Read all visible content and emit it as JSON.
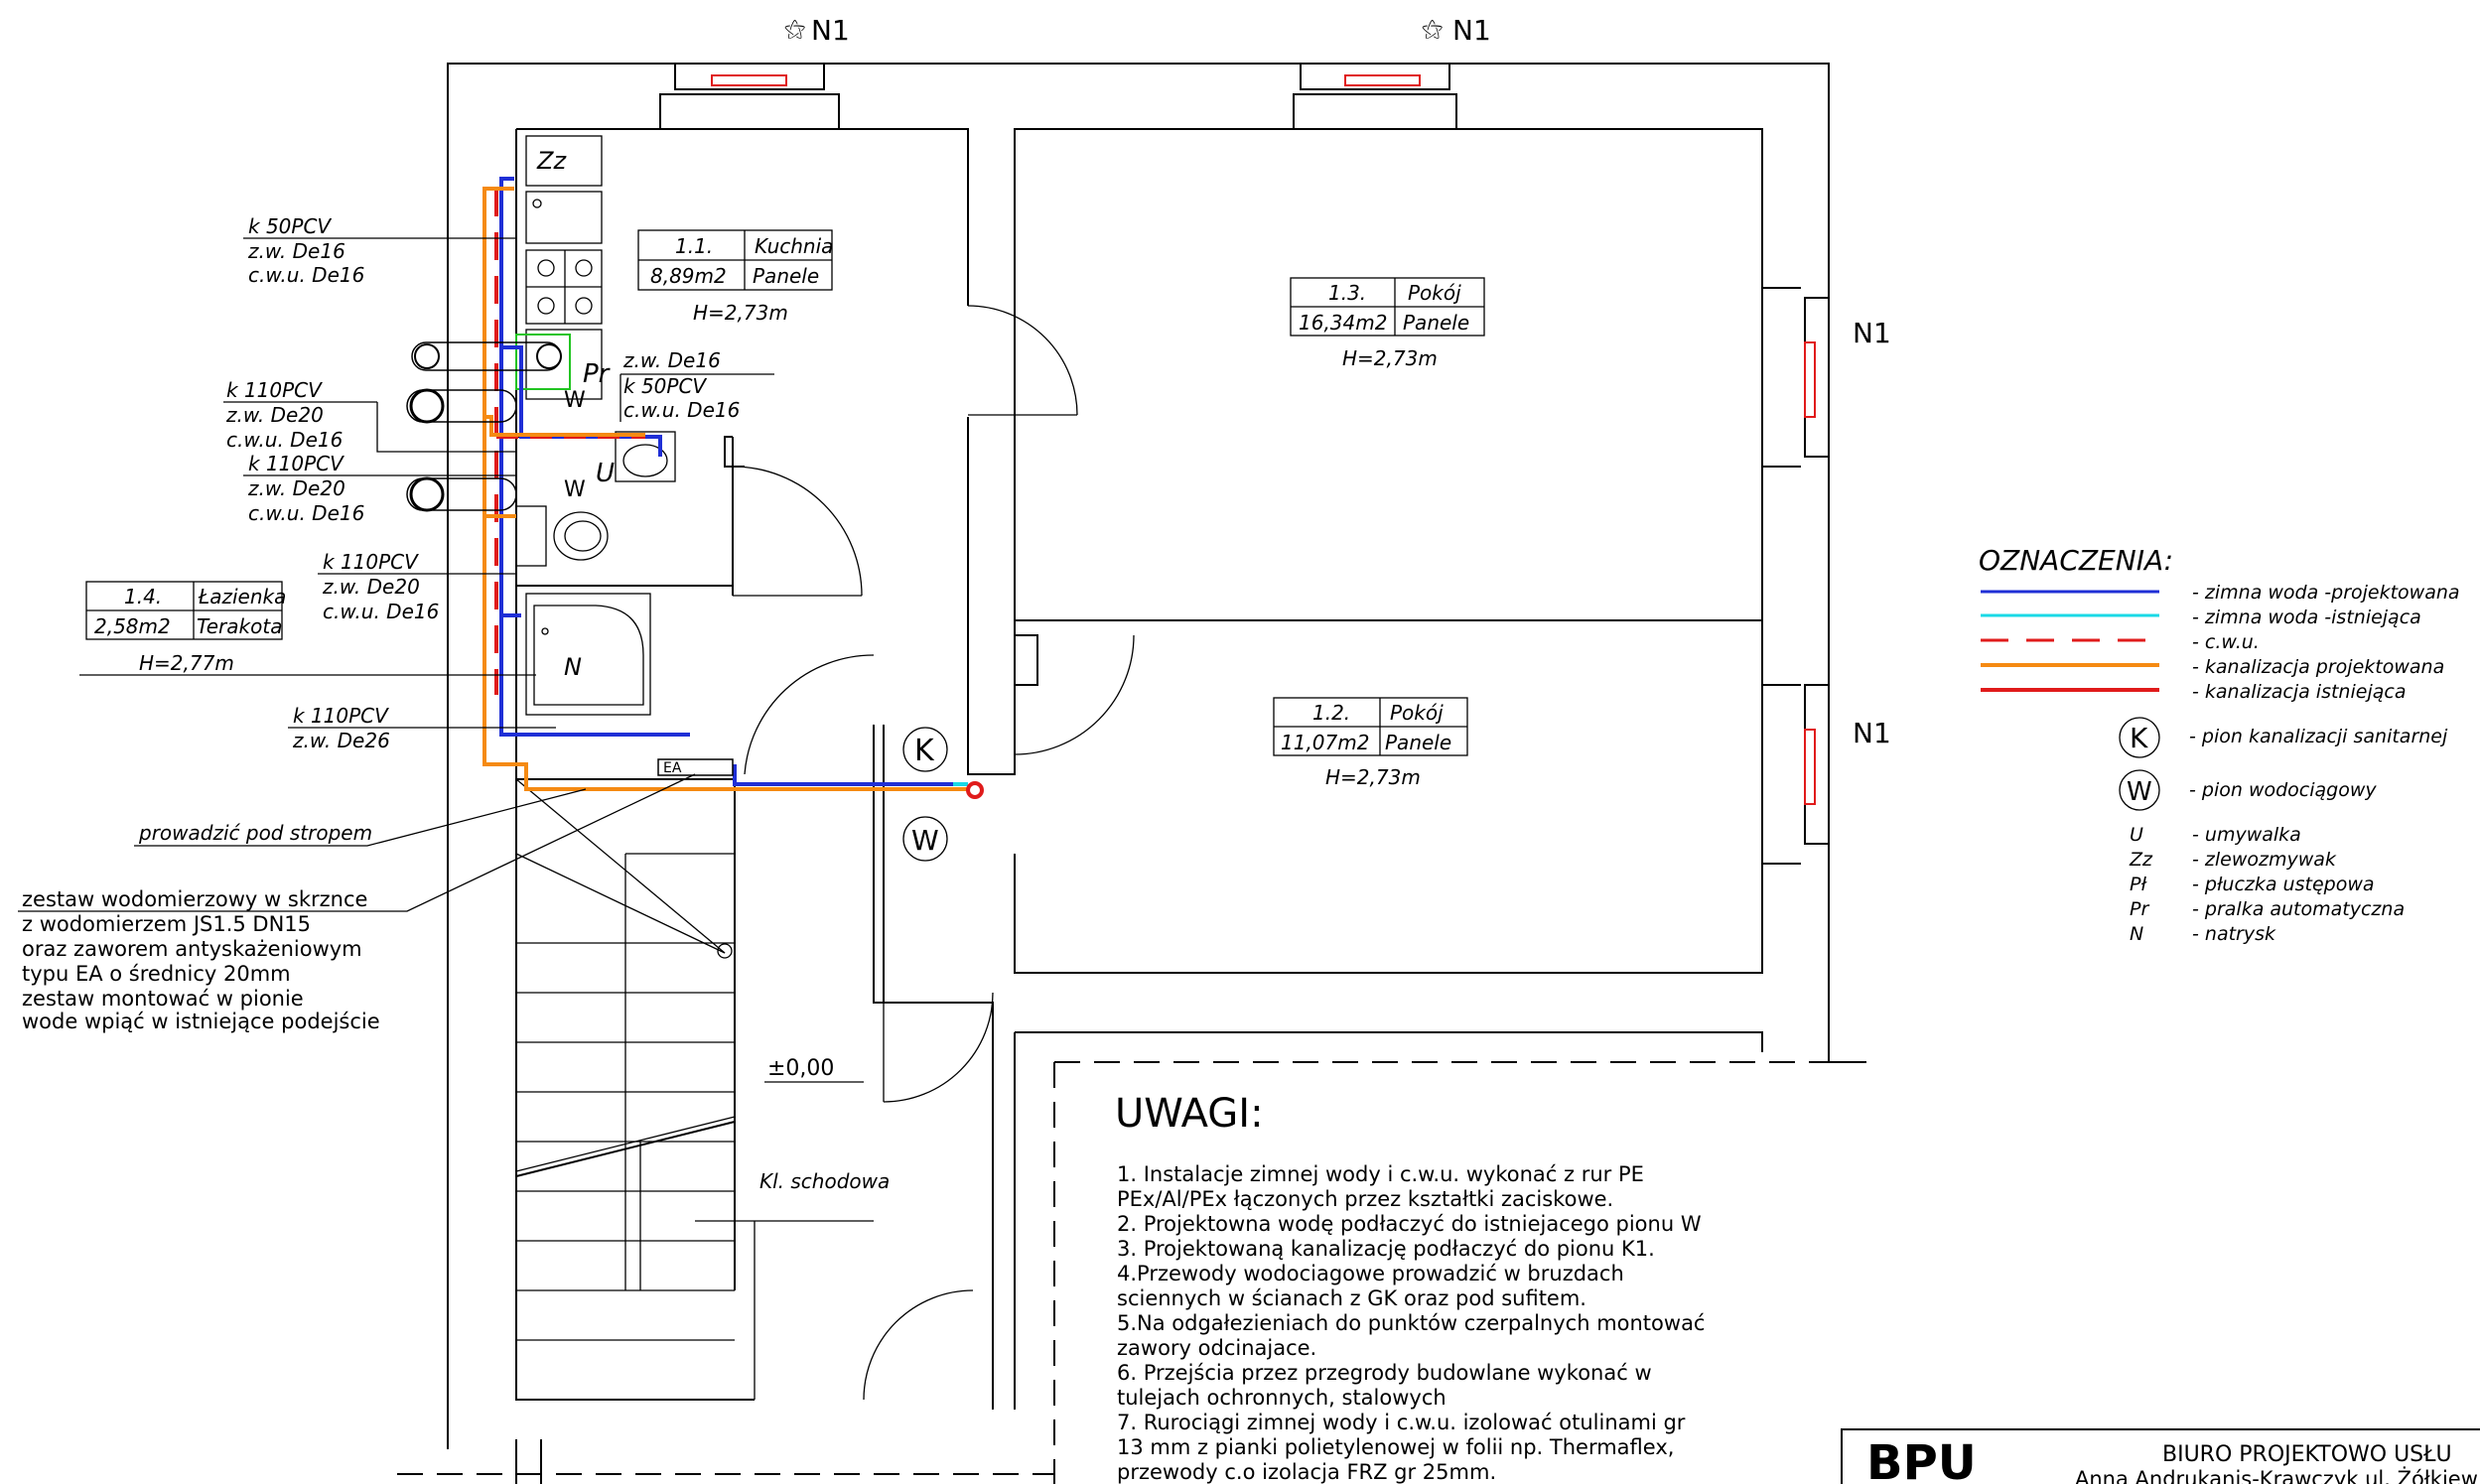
{
  "colors": {
    "cold_water_new": "#1f2fd6",
    "cold_water_existing": "#19d9e6",
    "hot_water": "#e01b1b",
    "sewer_new": "#f58a12",
    "sewer_existing": "#e01b1b",
    "valve_box": "#22c422",
    "bpu": "#1fc7f2",
    "window_label": "#e01b1b"
  },
  "windows": [
    "N1",
    "N1",
    "N1",
    "N1"
  ],
  "rooms": [
    {
      "number": "1.1.",
      "name": "Kuchnia",
      "area": "8,89m2",
      "floor": "Panele",
      "height": "H=2,73m"
    },
    {
      "number": "1.3.",
      "name": "Pokój",
      "area": "16,34m2",
      "floor": "Panele",
      "height": "H=2,73m"
    },
    {
      "number": "1.2.",
      "name": "Pokój",
      "area": "11,07m2",
      "floor": "Panele",
      "height": "H=2,73m"
    },
    {
      "number": "1.4.",
      "name": "Łazienka",
      "area": "2,58m2",
      "floor": "Terakota",
      "height": "H=2,77m"
    }
  ],
  "annotations": {
    "a1": [
      "k   50PCV",
      "z.w. De16",
      "c.w.u. De16"
    ],
    "a2": [
      "k   110PCV",
      "z.w. De20",
      "c.w.u. De16"
    ],
    "a3": [
      "k   110PCV",
      "z.w. De20",
      "c.w.u. De16"
    ],
    "a4": [
      "k   110PCV",
      "z.w. De20",
      "c.w.u. De16"
    ],
    "a5": [
      "k   110PCV",
      "z.w. De26"
    ],
    "a6": [
      "z.w. De16",
      "k   50PCV",
      "c.w.u. De16"
    ],
    "under_ceiling": "prowadzić pod stropem",
    "meter": [
      "zestaw wodomierzowy w skrzncе",
      "z wodomierzem JS1.5 DN15",
      "oraz  zaworem antyskażeniowym",
      "typu EA o średnicy 20mm",
      "zestaw  montować w pionie",
      "wode wpiąć w istniejące podejście"
    ]
  },
  "fixture_letters": {
    "zz": "Zz",
    "pr": "Pr",
    "u": "U",
    "n": "N",
    "w1": "W",
    "w2": "W",
    "ea": "EA"
  },
  "risers": {
    "k": "K",
    "w": "W"
  },
  "level": "±0,00",
  "stair": "Kl. schodowa",
  "legend": {
    "title": "OZNACZENIA:",
    "lines": [
      "- zimna woda -projektowana",
      "- zimna woda -istniejąca",
      "- c.w.u.",
      "- kanalizacja projektowana",
      "- kanalizacja istniejąca"
    ],
    "symbols": [
      {
        "sym": "K",
        "text": "-  pion kanalizacji sanitarnej"
      },
      {
        "sym": "W",
        "text": "-  pion wodociągowy"
      }
    ],
    "abbr": [
      {
        "sym": "U",
        "text": "- umywalka"
      },
      {
        "sym": "Zz",
        "text": "- zlewozmywak"
      },
      {
        "sym": "Pł",
        "text": "- płuczka ustępowa"
      },
      {
        "sym": "Pr",
        "text": "- pralka automatyczna"
      },
      {
        "sym": "N",
        "text": "- natrysk"
      }
    ]
  },
  "notes": {
    "title": "UWAGI:",
    "lines": [
      "1. Instalacje zimnej wody i c.w.u. wykonać z rur PE",
      "PEx/Al/PEx łączonych przez kształtki zaciskowe.",
      "2. Projektowna wodę podłaczyć do istniejacego pionu W",
      "3. Projektowaną kanalizację podłaczyć do pionu K1.",
      "4.Przewody wodociagowe prowadzić w bruzdach",
      "sciennych w ścianach z GK oraz pod sufitem.",
      "5.Na odgałezieniach do punktów czerpalnych montować",
      "zawory odcinajace.",
      "6. Przejścia przez przegrody budowlane wykonać w",
      "tulejach ochronnych, stalowych",
      "7. Rurociągi zimnej wody i c.w.u.  izolować otulinami gr",
      "13 mm z pianki polietylenowej w folii np. Thermaflex,",
      "przewody c.o izolacja FRZ gr 25mm."
    ]
  },
  "titleblock": {
    "logo": "BPU",
    "office": "BIURO PROJEKTOWO USŁU",
    "address": "Anna Andrukanis-Krawczyk  ul. Żółkiew"
  }
}
